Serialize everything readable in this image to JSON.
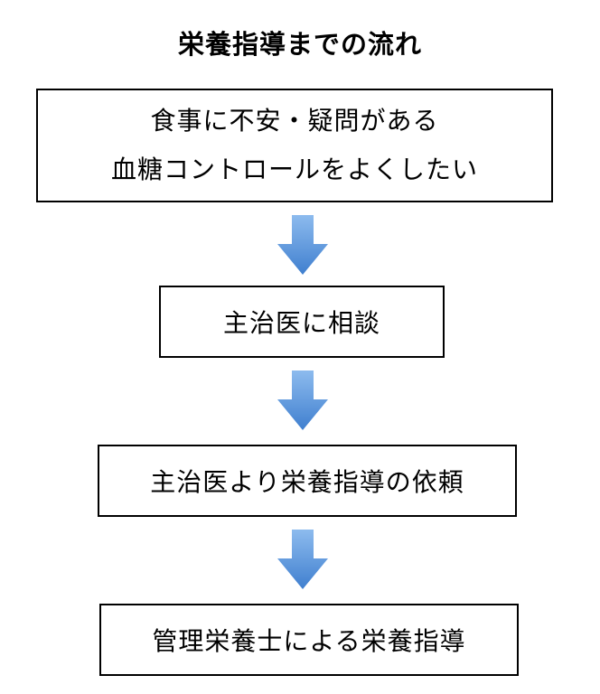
{
  "title": "栄養指導までの流れ",
  "steps": [
    {
      "lines": [
        "食事に不安・疑問がある",
        "血糖コントロールをよくしたい"
      ]
    },
    {
      "lines": [
        "主治医に相談"
      ]
    },
    {
      "lines": [
        "主治医より栄養指導の依頼"
      ]
    },
    {
      "lines": [
        "管理栄養士による栄養指導"
      ]
    }
  ],
  "arrow_icon": "arrow-down-icon",
  "colors": {
    "arrow_light": "#7fb0e6",
    "arrow_dark": "#3f7fcf",
    "box_border": "#000000",
    "text": "#000000"
  }
}
